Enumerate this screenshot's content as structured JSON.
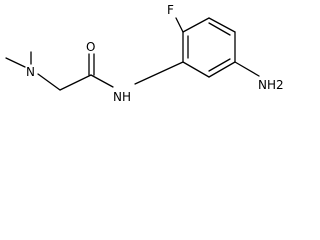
{
  "molecule": {
    "atom_labels": {
      "fluorine": "F",
      "carbonyl_oxygen": "O",
      "amide_nitrogen": "NH",
      "dimethylamino_nitrogen": "N",
      "amino_group": "NH2"
    },
    "colors": {
      "bond": "#000000",
      "label": "#000000",
      "background": "#ffffff"
    }
  }
}
